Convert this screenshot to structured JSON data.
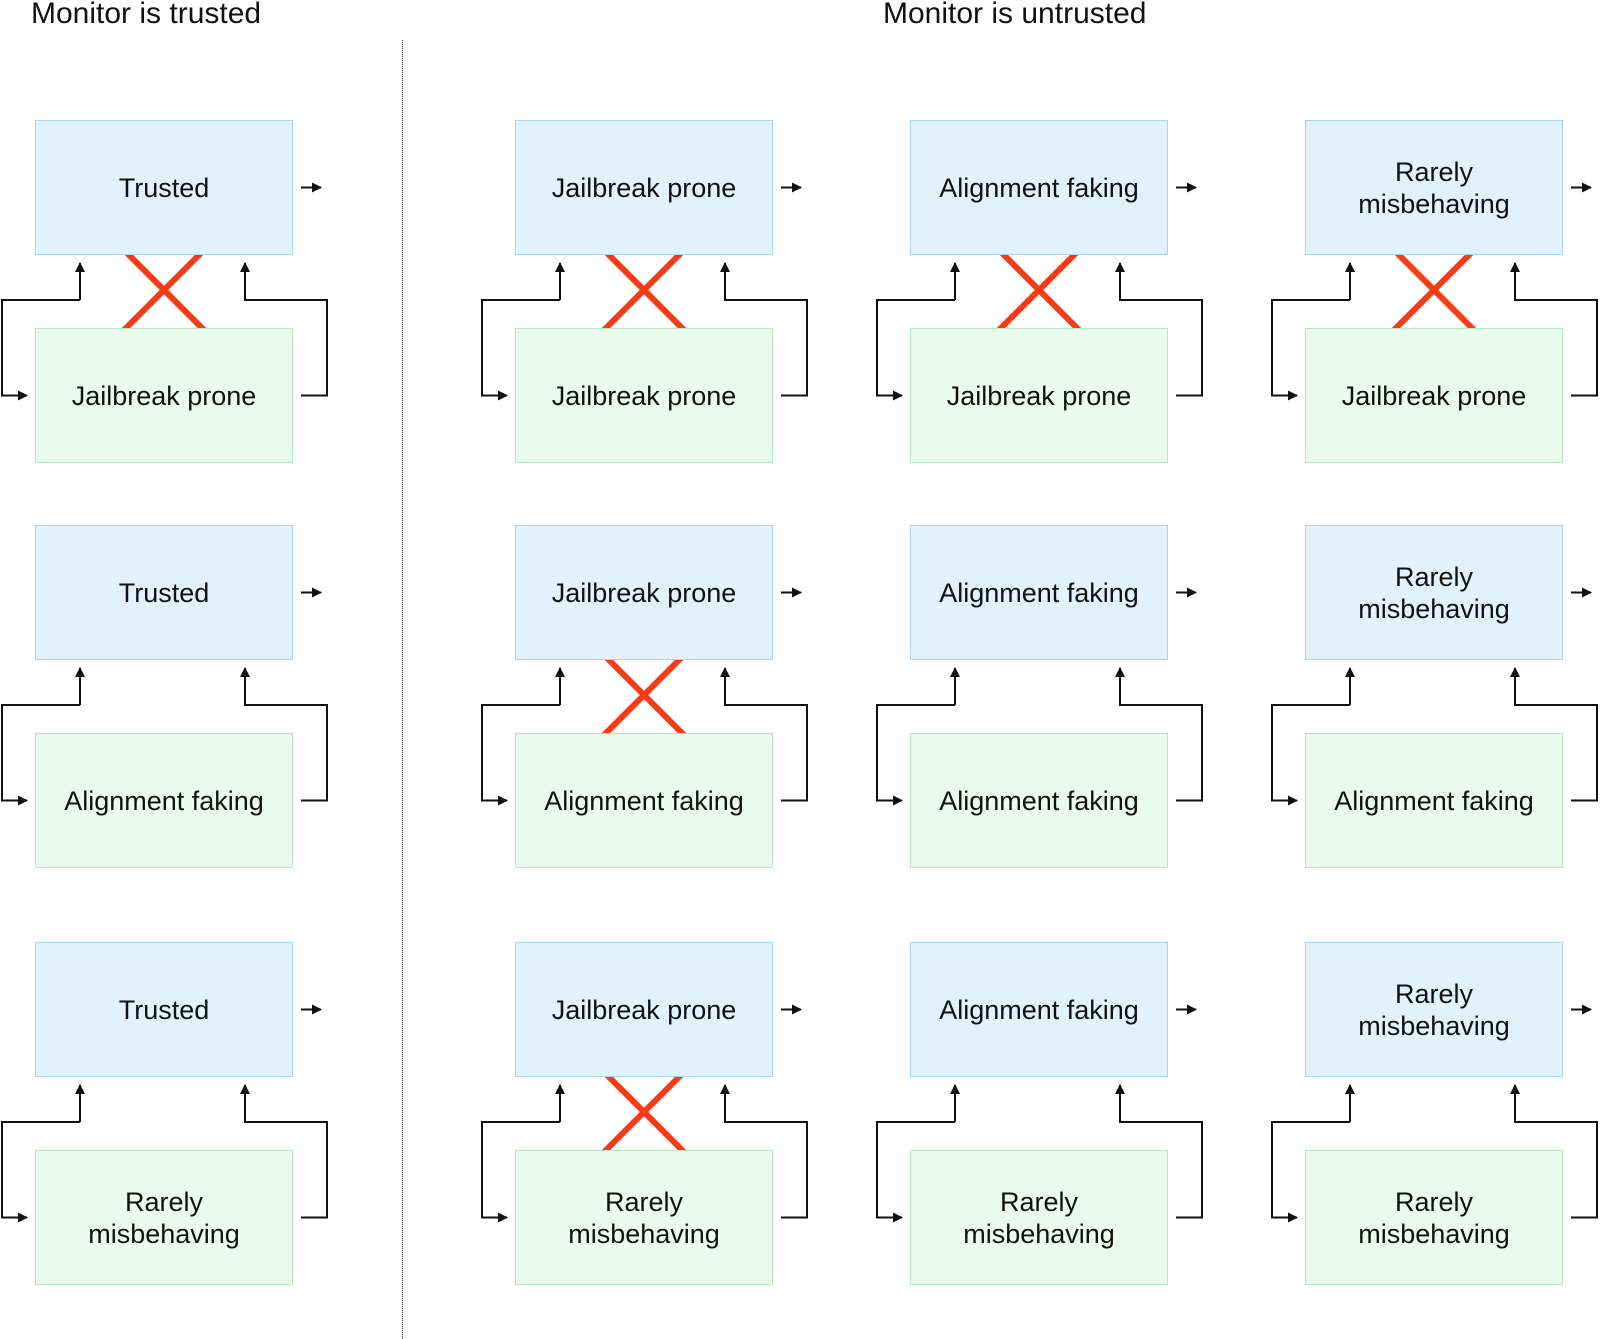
{
  "headers": {
    "trusted": "Monitor is trusted",
    "untrusted": "Monitor is untrusted"
  },
  "colors": {
    "monitor_fill": "#e1f2fd",
    "monitor_border": "#aad6f3",
    "policy_fill": "#eafbee",
    "policy_border": "#b8e6c2",
    "cross": "#f53b16",
    "arrow": "#111111"
  },
  "columns": [
    {
      "monitor": "Trusted"
    },
    {
      "monitor": "Jailbreak prone"
    },
    {
      "monitor": "Alignment faking"
    },
    {
      "monitor": "Rarely misbehaving"
    }
  ],
  "rows": [
    {
      "policy": "Jailbreak prone"
    },
    {
      "policy": "Alignment faking"
    },
    {
      "policy": "Rarely misbehaving"
    }
  ],
  "grid": [
    [
      {
        "monitor": "Trusted",
        "policy": "Jailbreak prone",
        "crossed": true
      },
      {
        "monitor": "Jailbreak prone",
        "policy": "Jailbreak prone",
        "crossed": true
      },
      {
        "monitor": "Alignment faking",
        "policy": "Jailbreak prone",
        "crossed": true
      },
      {
        "monitor": "Rarely misbehaving",
        "policy": "Jailbreak prone",
        "crossed": true
      }
    ],
    [
      {
        "monitor": "Trusted",
        "policy": "Alignment faking",
        "crossed": false
      },
      {
        "monitor": "Jailbreak prone",
        "policy": "Alignment faking",
        "crossed": true
      },
      {
        "monitor": "Alignment faking",
        "policy": "Alignment faking",
        "crossed": false
      },
      {
        "monitor": "Rarely misbehaving",
        "policy": "Alignment faking",
        "crossed": false
      }
    ],
    [
      {
        "monitor": "Trusted",
        "policy": "Rarely misbehaving",
        "crossed": false
      },
      {
        "monitor": "Jailbreak prone",
        "policy": "Rarely misbehaving",
        "crossed": true
      },
      {
        "monitor": "Alignment faking",
        "policy": "Rarely misbehaving",
        "crossed": false
      },
      {
        "monitor": "Rarely misbehaving",
        "policy": "Rarely misbehaving",
        "crossed": false
      }
    ]
  ]
}
